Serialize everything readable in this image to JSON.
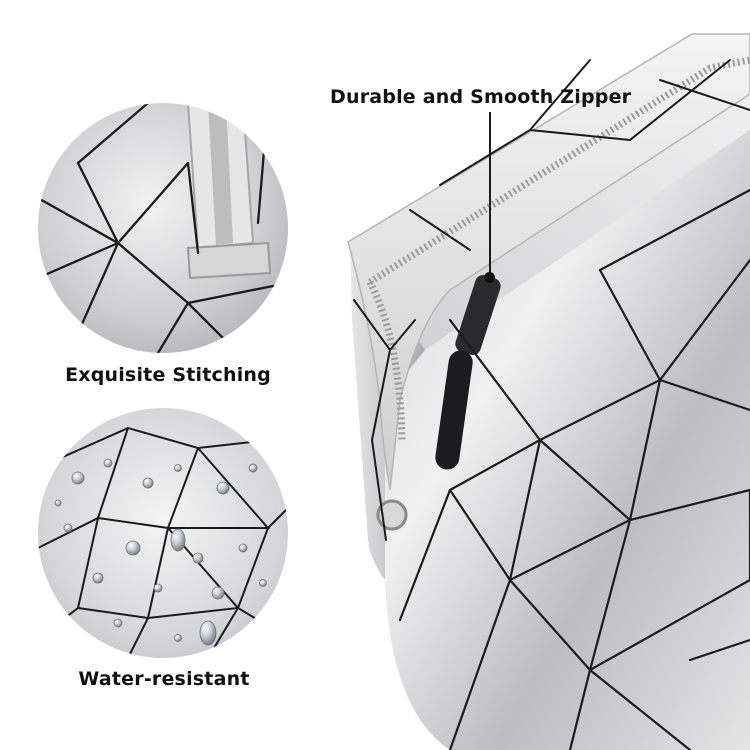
{
  "callouts": {
    "zipper": "Durable and Smooth Zipper",
    "stitching": "Exquisite Stitching",
    "water": "Water-resistant"
  },
  "colors": {
    "silver_light": "#e9e9ea",
    "silver_mid": "#c6c6c8",
    "silver_dark": "#8e8e92",
    "pattern_line": "#1b1b1b",
    "zipper_tape": "#e2e2e2"
  }
}
